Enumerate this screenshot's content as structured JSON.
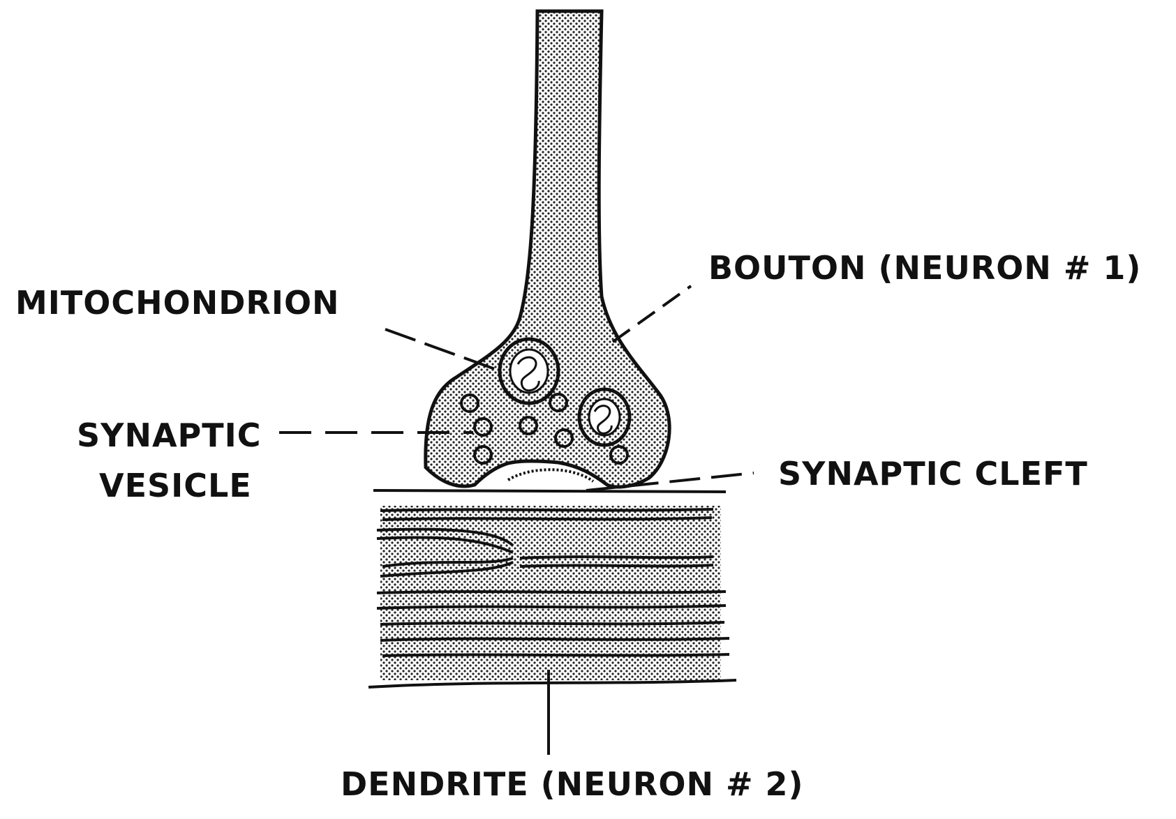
{
  "labels": {
    "bouton": "BOUTON   (NEURON # 1)",
    "mitochondrion": "MITOCHONDRION",
    "synaptic_vesicle_line1": "SYNAPTIC",
    "synaptic_vesicle_line2": "VESICLE",
    "synaptic_cleft": "SYNAPTIC   CLEFT",
    "dendrite": "DENDRITE   (NEURON # 2)"
  },
  "colors": {
    "ink": "#111111",
    "background": "#ffffff"
  }
}
